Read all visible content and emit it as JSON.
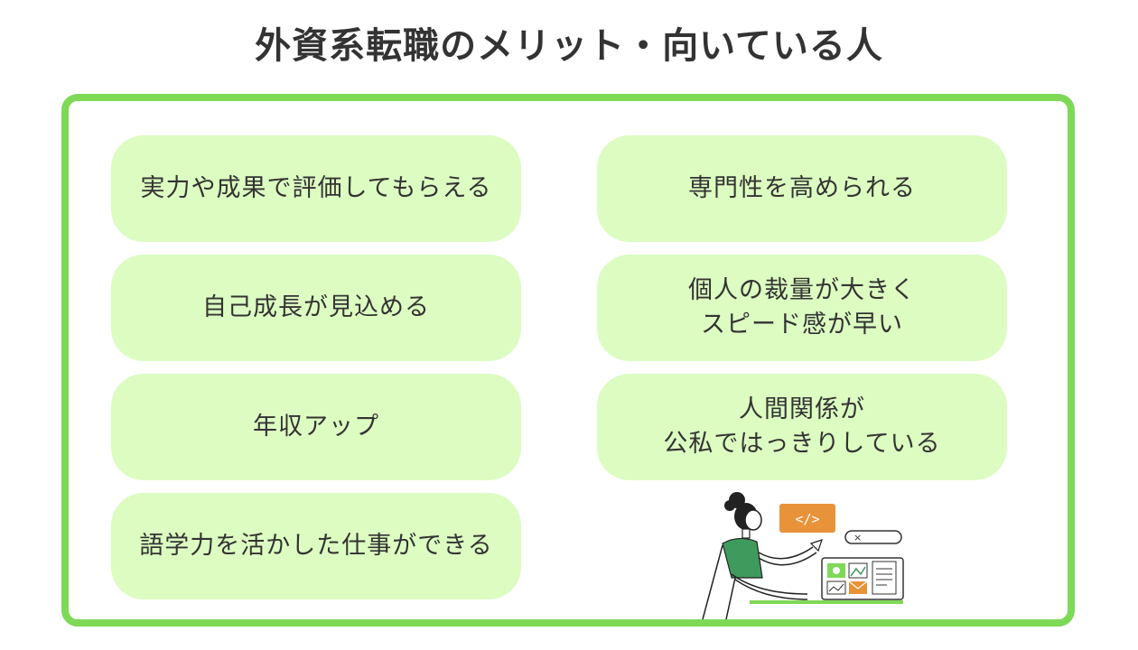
{
  "title": "外資系転職のメリット・向いている人",
  "colors": {
    "frame": "#7ed957",
    "card_bg": "#dcfcc1",
    "text": "#333333",
    "accent_orange": "#e8923a",
    "accent_green": "#3f9a5e"
  },
  "cards": {
    "left": [
      {
        "line1": "実力や成果で評価してもらえる",
        "line2": ""
      },
      {
        "line1": "自己成長が見込める",
        "line2": ""
      },
      {
        "line1": "年収アップ",
        "line2": ""
      },
      {
        "line1": "語学力を活かした仕事ができる",
        "line2": ""
      }
    ],
    "right": [
      {
        "line1": "専門性を高められる",
        "line2": ""
      },
      {
        "line1": "個人の裁量が大きく",
        "line2": "スピード感が早い"
      },
      {
        "line1": "人間関係が",
        "line2": "公私ではっきりしている"
      }
    ]
  },
  "illustration": {
    "code_tag": "</>",
    "close_symbol": "×",
    "icons": [
      "person-at-laptop-icon",
      "code-tag-icon",
      "search-bar-icon",
      "settings-icon",
      "image-icon",
      "document-icon",
      "mail-icon",
      "chart-icon"
    ]
  }
}
